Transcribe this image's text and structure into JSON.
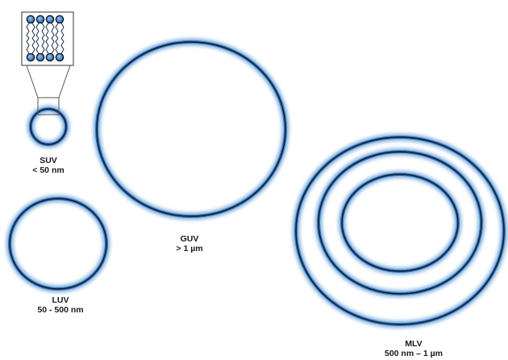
{
  "colors": {
    "membrane_glow": "#5b9bd5",
    "membrane_core": "#3a75b8",
    "membrane_line": "#0d1a2e",
    "zoom_box_border": "#555555"
  },
  "vesicles": {
    "suv": {
      "name": "SUV",
      "size": "< 50 nm"
    },
    "guv": {
      "name": "GUV",
      "size": "> 1 µm"
    },
    "luv": {
      "name": "LUV",
      "size": "50 - 500 nm"
    },
    "mlv": {
      "name": "MLV",
      "size": "500 nm – 1 µm"
    }
  },
  "inset": {
    "content": "lipid-bilayer-schematic"
  }
}
